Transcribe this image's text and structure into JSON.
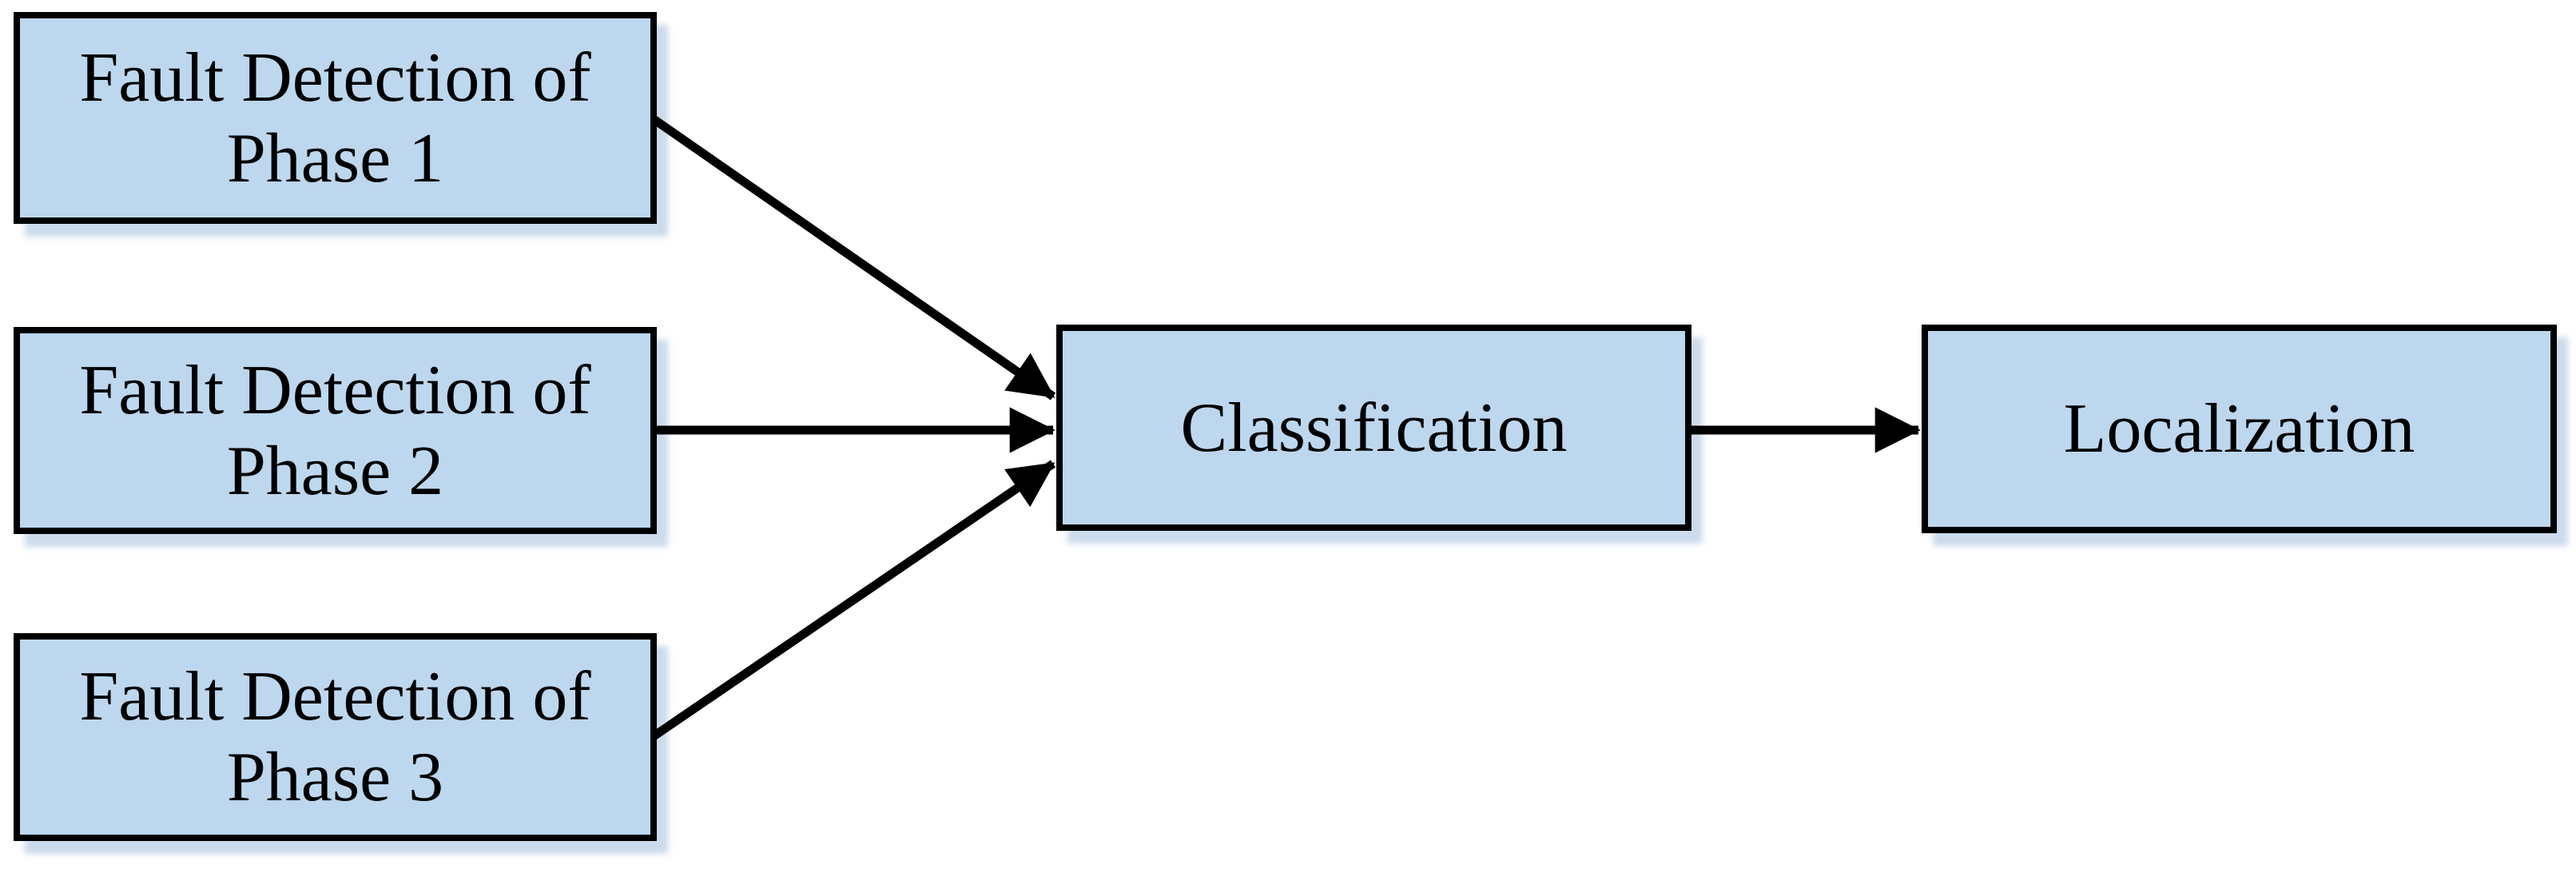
{
  "diagram": {
    "type": "flowchart",
    "colors": {
      "node_fill": "#BDD7EE",
      "node_border": "#000000",
      "arrow": "#000000",
      "background": "#FFFFFF",
      "shadow": "rgba(163,189,218,0.55)"
    },
    "nodes": [
      {
        "id": "fault-detection-phase-1",
        "label": "Fault Detection of Phase 1",
        "line1": "Fault Detection of",
        "line2": "Phase 1"
      },
      {
        "id": "fault-detection-phase-2",
        "label": "Fault Detection of Phase 2",
        "line1": "Fault Detection of",
        "line2": "Phase 2"
      },
      {
        "id": "fault-detection-phase-3",
        "label": "Fault Detection of Phase 3",
        "line1": "Fault Detection of",
        "line2": "Phase 3"
      },
      {
        "id": "classification",
        "label": "Classification"
      },
      {
        "id": "localization",
        "label": "Localization"
      }
    ],
    "edges": [
      {
        "from": "fault-detection-phase-1",
        "to": "classification"
      },
      {
        "from": "fault-detection-phase-2",
        "to": "classification"
      },
      {
        "from": "fault-detection-phase-3",
        "to": "classification"
      },
      {
        "from": "classification",
        "to": "localization"
      }
    ]
  }
}
